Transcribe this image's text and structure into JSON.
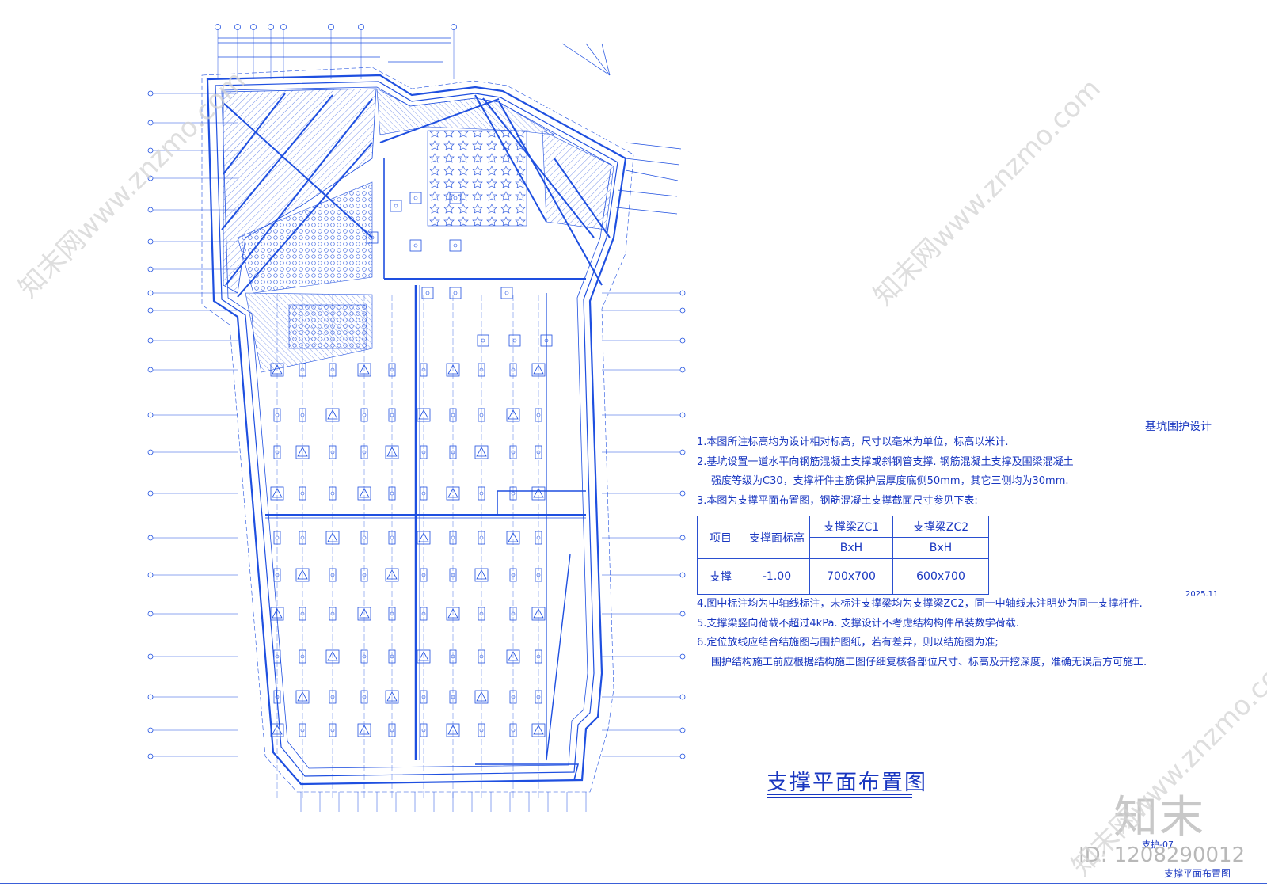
{
  "drawing": {
    "title": "支撑平面布置图",
    "project": "基坑围护设计",
    "date": "2025.11",
    "sheet_number": "支护-07",
    "sheet_title": "支撑平面布置图"
  },
  "notes": [
    "1.本图所注标高均为设计相对标高，尺寸以毫米为单位，标高以米计.",
    "2.基坑设置一道水平向钢筋混凝土支撑或斜钢管支撑. 钢筋混凝土支撑及围梁混凝土",
    "强度等级为C30，支撑杆件主筋保护层厚度底侧50mm，其它三侧均为30mm.",
    "3.本图为支撑平面布置图，钢筋混凝土支撑截面尺寸参见下表:",
    "4.图中标注均为中轴线标注，未标注支撑梁均为支撑梁ZC2，同一中轴线未注明处为同一支撑杆件.",
    "5.支撑梁竖向荷载不超过4kPa. 支撑设计不考虑结构构件吊装数学荷载.",
    "6.定位放线应结合结施图与围护图纸，若有差异，则以结施图为准;",
    "围护结构施工前应根据结构施工图仔细复核各部位尺寸、标高及开挖深度，准确无误后方可施工."
  ],
  "table": {
    "header": {
      "item": "项目",
      "elevation": "支撑面标高",
      "zc1": "支撑梁ZC1",
      "zc2": "支撑梁ZC2"
    },
    "subheader": {
      "zc1": "BxH",
      "zc2": "BxH"
    },
    "row": {
      "item": "支撑",
      "elevation": "-1.00",
      "zc1": "700x700",
      "zc2": "600x700"
    }
  },
  "watermark": {
    "logo": "知末",
    "id": "ID: 1208290012",
    "text": "知末网www.znzmo.com"
  },
  "colors": {
    "line": "#1e4fe0",
    "text": "#1836c0",
    "watermark": "#d4d4d4"
  }
}
